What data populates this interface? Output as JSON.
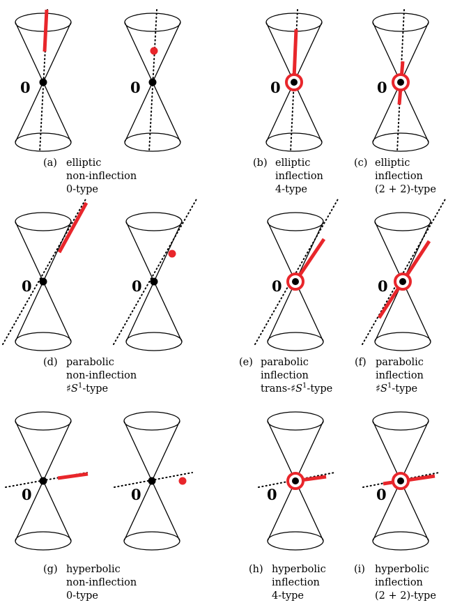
{
  "zero_label": "0",
  "colors": {
    "accent": "#e8262b",
    "ink": "#000000"
  },
  "panels": [
    {
      "key": "a",
      "tag": "(a)",
      "lines": [
        "elliptic",
        "non-inflection",
        "0-type"
      ]
    },
    {
      "key": "b",
      "tag": "(b)",
      "lines": [
        "elliptic",
        "inflection",
        "4-type"
      ]
    },
    {
      "key": "c",
      "tag": "(c)",
      "lines": [
        "elliptic",
        "inflection",
        "(2 + 2)-type"
      ]
    },
    {
      "key": "d",
      "tag": "(d)",
      "lines": [
        "parabolic",
        "non-inflection",
        "♯S1-type"
      ]
    },
    {
      "key": "e",
      "tag": "(e)",
      "lines": [
        "parabolic",
        "inflection",
        "trans-♯S1-type"
      ]
    },
    {
      "key": "f",
      "tag": "(f)",
      "lines": [
        "parabolic",
        "inflection",
        "♯S1-type"
      ]
    },
    {
      "key": "g",
      "tag": "(g)",
      "lines": [
        "hyperbolic",
        "non-inflection",
        "0-type"
      ]
    },
    {
      "key": "h",
      "tag": "(h)",
      "lines": [
        "hyperbolic",
        "inflection",
        "4-type"
      ]
    },
    {
      "key": "i",
      "tag": "(i)",
      "lines": [
        "hyperbolic",
        "inflection",
        "(2 + 2)-type"
      ]
    }
  ]
}
